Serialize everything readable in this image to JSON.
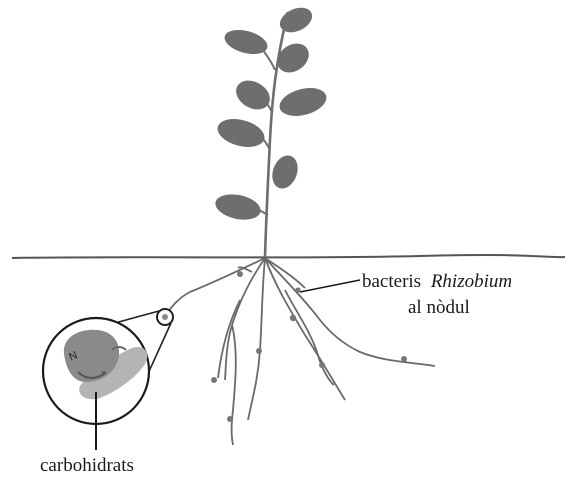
{
  "labels": {
    "bacteria_prefix": "bacteris",
    "bacteria_name": "Rhizobium",
    "bacteria_line2": "al nòdul",
    "carbohydrates": "carbohidrats",
    "nitrogen_symbol": "N"
  },
  "colors": {
    "leaf": "#6e6e6e",
    "stem": "#6e6e6e",
    "root": "#6a6a6a",
    "nodule": "#777777",
    "ground": "#555555",
    "bacteria_dark": "#8a8a8a",
    "carbohydrate_light": "#b4b4b4",
    "text": "#1a1a1a"
  }
}
